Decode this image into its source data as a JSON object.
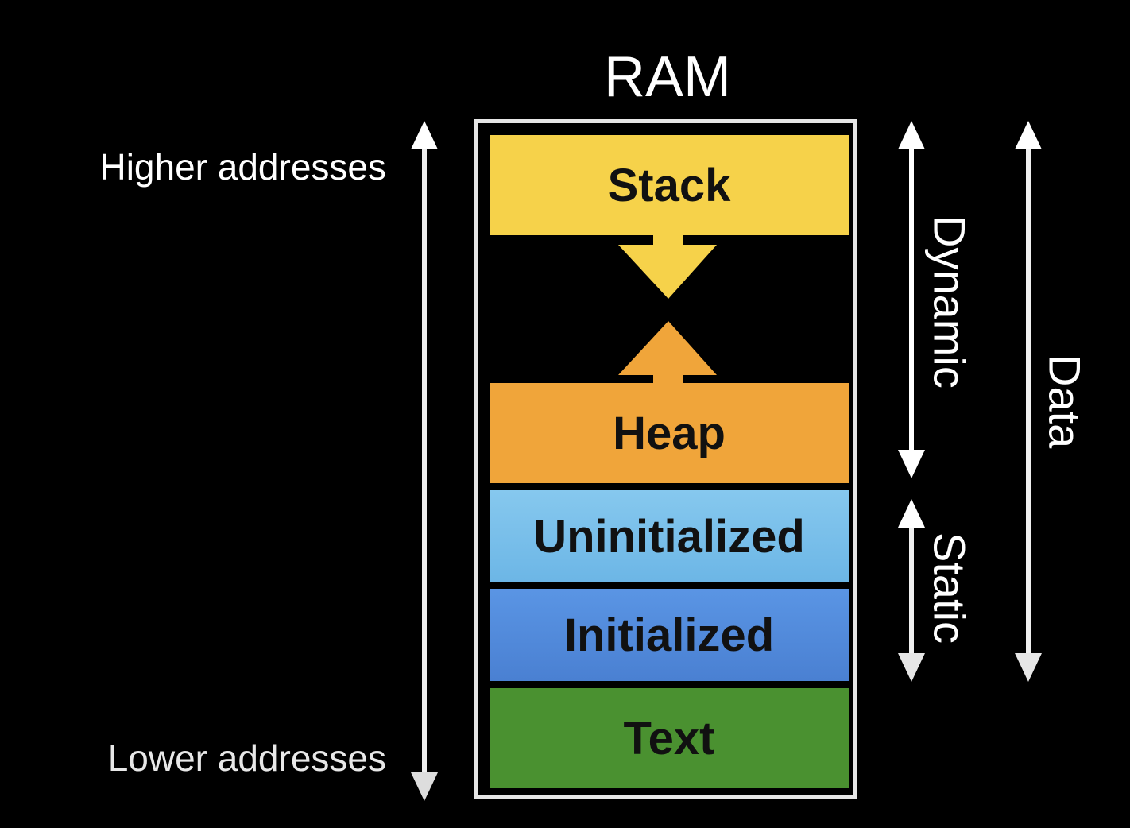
{
  "title": "RAM",
  "addresses": {
    "higher": "Higher addresses",
    "lower": "Lower addresses"
  },
  "segments": {
    "stack": "Stack",
    "heap": "Heap",
    "uninitialized": "Uninitialized",
    "initialized": "Initialized",
    "text": "Text"
  },
  "brackets": {
    "dynamic": "Dynamic",
    "static": "Static",
    "data": "Data"
  },
  "colors": {
    "background": "#000000",
    "stack": "#f6d24a",
    "heap": "#f0a53a",
    "uninitialized": "#7ec0ea",
    "initialized": "#5289dc",
    "text": "#4a9130",
    "frame": "#e6e6e6"
  }
}
